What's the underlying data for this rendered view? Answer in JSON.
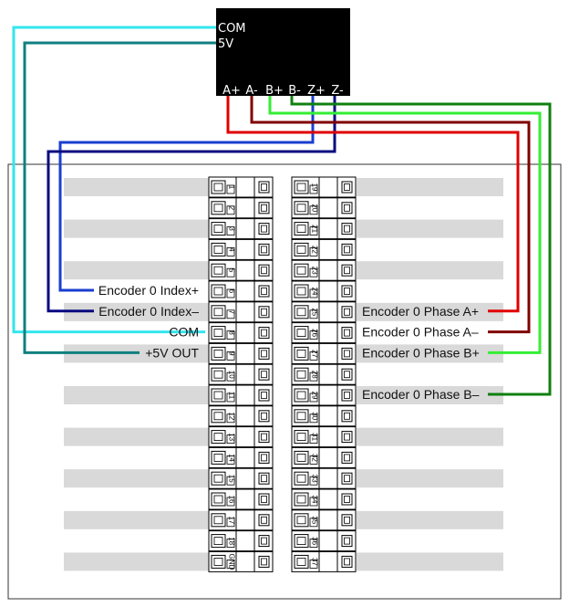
{
  "encoder_box": {
    "labels": [
      "COM",
      "5V"
    ],
    "signals": [
      "A+",
      "A-",
      "B+",
      "B-",
      "Z+",
      "Z-"
    ]
  },
  "left_block": {
    "pins": [
      "1",
      "2",
      "3",
      "4",
      "5",
      "6",
      "7",
      "8",
      "9",
      "10",
      "11",
      "12",
      "13",
      "14",
      "15",
      "16",
      "17",
      "18",
      "GND"
    ]
  },
  "right_block": {
    "pins": [
      "19",
      "20",
      "21",
      "22",
      "23",
      "24",
      "25",
      "26",
      "27",
      "28",
      "29",
      "30",
      "31",
      "32",
      "33",
      "34",
      "35",
      "36",
      "37"
    ]
  },
  "left_annotations": [
    {
      "text": "Encoder 0 Index+",
      "row": 6
    },
    {
      "text": "Encoder 0 Index–",
      "row": 7
    },
    {
      "text": "COM",
      "row": 8
    },
    {
      "text": "+5V OUT",
      "row": 9
    }
  ],
  "right_annotations": [
    {
      "text": "Encoder 0 Phase A+",
      "row": 7
    },
    {
      "text": "Encoder 0 Phase A–",
      "row": 8
    },
    {
      "text": "Encoder 0 Phase B+",
      "row": 9
    },
    {
      "text": "Encoder 0 Phase B–",
      "row": 11
    }
  ],
  "colors": {
    "com_wire": "#33e6ee",
    "v5_wire": "#108080",
    "a_plus": "#e00000",
    "a_minus": "#800000",
    "b_plus": "#33ee33",
    "b_minus": "#108010",
    "z_plus": "#1a3ed0",
    "z_minus": "#0a0a80",
    "stripe": "#d9d9d9",
    "box": "#000000"
  }
}
